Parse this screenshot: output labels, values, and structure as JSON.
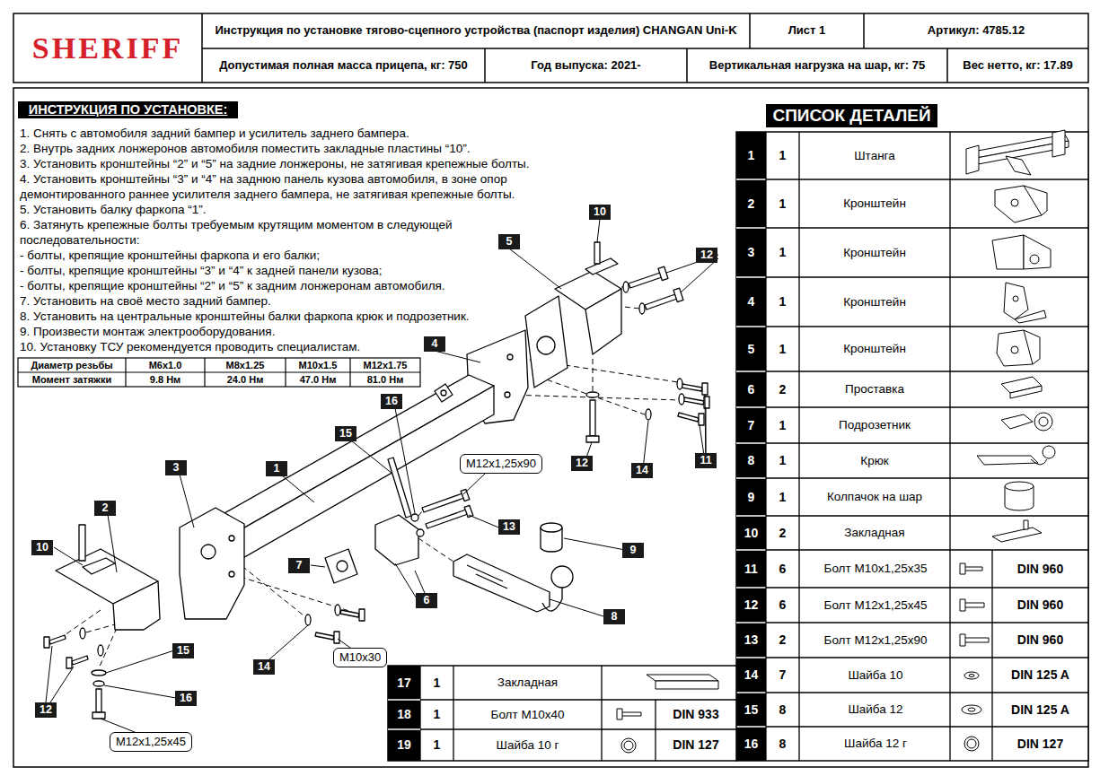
{
  "diagram": {
    "title": "Инструкция по установке тягово-сцепного устройства (паспорт изделия) CHANGAN Uni-K",
    "nodes": [
      {
        "text": [
          "10"
        ]
      },
      {
        "text": [
          "5"
        ]
      },
      {
        "text": [
          "12"
        ]
      },
      {
        "text": [
          "4"
        ]
      },
      {
        "text": [
          "16"
        ]
      },
      {
        "text": [
          "15"
        ]
      },
      {
        "text": [
          "11"
        ]
      },
      {
        "text": [
          "12"
        ]
      },
      {
        "text": [
          "M12x1,25x90"
        ]
      },
      {
        "text": [
          "3"
        ]
      },
      {
        "text": [
          "1"
        ]
      },
      {
        "text": [
          "14"
        ]
      },
      {
        "text": [
          "2"
        ]
      },
      {
        "text": [
          "13"
        ]
      },
      {
        "text": [
          "10"
        ]
      },
      {
        "text": [
          "9"
        ]
      },
      {
        "text": [
          "7"
        ]
      },
      {
        "text": [
          "6"
        ]
      },
      {
        "text": [
          "8"
        ]
      },
      {
        "text": [
          "15"
        ]
      },
      {
        "text": [
          "M10x30"
        ]
      },
      {
        "text": [
          "14"
        ]
      },
      {
        "text": [
          "16"
        ]
      },
      {
        "text": [
          "12"
        ]
      },
      {
        "text": [
          "M12x1,25x45"
        ]
      }
    ],
    "labels": [
      "SHERIFF",
      "Лист 1",
      "Артикул: 4785.12",
      "Допустимая полная масса прицепа, кг: 750",
      "Год выпуска: 2021-",
      "Вертикальная нагрузка на шар, кг: 75",
      "Вес нетто, кг: 17.89",
      "ИНСТРУКЦИЯ ПО УСТАНОВКЕ:",
      "1. Снять с автомобиля задний бампер и усилитель заднего бампера.",
      "2. Внутрь задних лонжеронов автомобиля поместить закладные пластины “10”.",
      "3. Установить кронштейны “2” и “5” на задние лонжероны, не затягивая крепежные болты.",
      "4. Установить кронштейны “3” и “4” на заднюю панель кузова автомобиля, в зоне опор демонтированного раннее усилителя заднего бампера, не затягивая крепежные болты.",
      "5. Установить балку фаркопа “1”.",
      "6. Затянуть крепежные болты требуемым крутящим моментом в следующей последовательности:",
      "- болты, крепящие кронштейны фаркопа и его балки;",
      "- болты, крепящие кронштейны “3” и “4” к задней панели кузова;",
      "- болты, крепящие кронштейны “2” и “5” к задним лонжеронам автомобиля.",
      "7. Установить на своё место задний бампер.",
      "8. Установить на центральные кронштейны балки фаркопа крюк и подрозетник.",
      "9. Произвести монтаж электрооборудования.",
      "10. Установку ТСУ рекомендуется проводить специалистам.",
      "Диаметр резьбы",
      "М6х1.0",
      "М8х1.25",
      "М10х1.5",
      "М12х1.75",
      "Момент затяжки",
      "9.8 Нм",
      "24.0 Нм",
      "47.0 Нм",
      "81.0 Нм",
      "СПИСОК ДЕТАЛЕЙ",
      "1",
      "1",
      "Штанга",
      "2",
      "1",
      "Кронштейн",
      "3",
      "1",
      "Кронштейн",
      "4",
      "1",
      "Кронштейн",
      "5",
      "1",
      "Кронштейн",
      "6",
      "2",
      "Проставка",
      "7",
      "1",
      "Подрозетник",
      "8",
      "1",
      "Крюк",
      "9",
      "1",
      "Колпачок на шар",
      "10",
      "2",
      "Закладная",
      "11",
      "6",
      "Болт М10х1,25х35",
      "DIN 960",
      "12",
      "6",
      "Болт М12х1,25х45",
      "DIN 960",
      "13",
      "2",
      "Болт М12х1,25х90",
      "DIN 960",
      "14",
      "7",
      "Шайба 10",
      "DIN 125 A",
      "15",
      "8",
      "Шайба 12",
      "DIN 125 A",
      "16",
      "8",
      "Шайба 12 г",
      "DIN 127",
      "17",
      "1",
      "Закладная",
      "18",
      "1",
      "Болт М10х40",
      "DIN 933",
      "19",
      "1",
      "Шайба 10 г",
      "DIN 127"
    ]
  }
}
